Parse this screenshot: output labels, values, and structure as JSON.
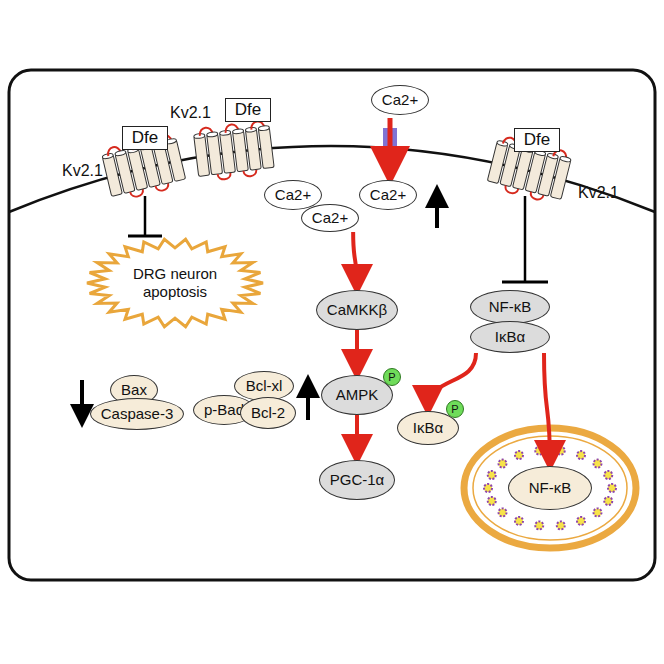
{
  "diagram": {
    "nodes": [
      {
        "text": [
          "Dfe"
        ]
      },
      {
        "text": [
          "Dfe"
        ]
      },
      {
        "text": [
          "Ca2+"
        ]
      },
      {
        "text": [
          "Dfe"
        ]
      },
      {
        "text": [
          "Ca2+"
        ]
      },
      {
        "text": [
          "Ca2+"
        ]
      },
      {
        "text": [
          "Ca2+"
        ]
      },
      {
        "text": [
          "DRG neuron apoptosis"
        ]
      },
      {
        "text": [
          "Bax"
        ]
      },
      {
        "text": [
          "Caspase-3"
        ]
      },
      {
        "text": [
          "Bcl-xl"
        ]
      },
      {
        "text": [
          "p-Bad"
        ]
      },
      {
        "text": [
          "Bcl-2"
        ]
      },
      {
        "text": [
          "CaMKKβ"
        ]
      },
      {
        "text": [
          "AMPK"
        ]
      },
      {
        "text": [
          "P"
        ]
      },
      {
        "text": [
          "PGC-1α"
        ]
      },
      {
        "text": [
          "NF-κB"
        ]
      },
      {
        "text": [
          "IκBα"
        ]
      },
      {
        "text": [
          "IκBα"
        ]
      },
      {
        "text": [
          "P"
        ]
      },
      {
        "text": [
          "NF-κB"
        ]
      }
    ],
    "edges": [
      {
        "from": 5,
        "to": 13,
        "arrow": "to"
      },
      {
        "from": 13,
        "to": 14,
        "arrow": "to"
      },
      {
        "from": 14,
        "to": 16,
        "arrow": "to"
      },
      {
        "from": 18,
        "to": 19,
        "arrow": "to"
      },
      {
        "from": 18,
        "to": 21,
        "arrow": "to"
      }
    ],
    "labels": [
      "Kv2.1",
      "Kv2.1",
      "Kv2.1"
    ]
  }
}
